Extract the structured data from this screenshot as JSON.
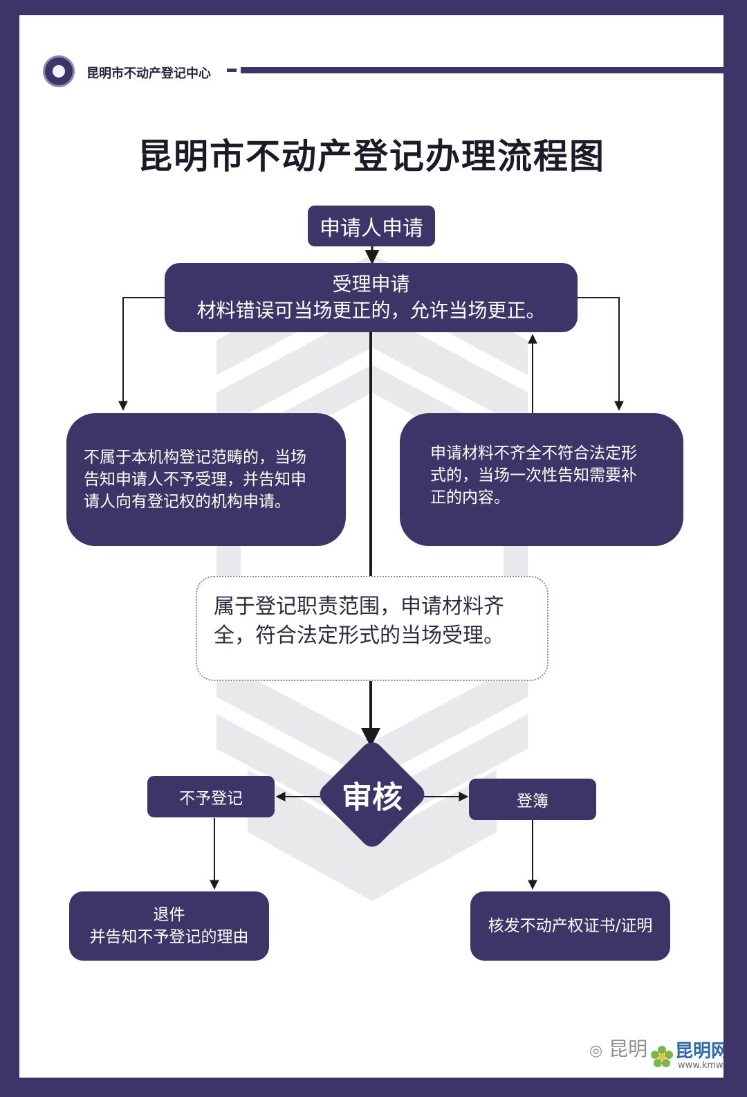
{
  "header": {
    "org_name": "昆明市不动产登记中心"
  },
  "title": "昆明市不动产登记办理流程图",
  "nodes": {
    "apply": "申请人申请",
    "accept_title": "受理申请",
    "accept_note": "材料错误可当场更正的，允许当场更正。",
    "not_in_scope": [
      "不属于本机构登记范畴的，当场",
      "告知申请人不予受理，并告知申",
      "请人向有登记权的机构申请。"
    ],
    "incomplete": [
      "申请材料不齐全不符合法定形",
      "式的，当场一次性告知需要补",
      "正的内容。"
    ],
    "in_scope": [
      "属于登记职责范围，申请材料齐",
      "全，符合法定形式的当场受理。"
    ],
    "review": "审核",
    "reject": "不予登记",
    "return_title": "退件",
    "return_note": "并告知不予登记的理由",
    "register": "登簿",
    "issue": "核发不动产权证书/证明"
  },
  "footer": {
    "wechat_account": "昆明不动产",
    "site_name": "昆明网",
    "site_url": "www.kmw.cc"
  },
  "colors": {
    "primary": "#3d3467",
    "background": "#ffffff",
    "watermark": "#e6e6e6"
  }
}
